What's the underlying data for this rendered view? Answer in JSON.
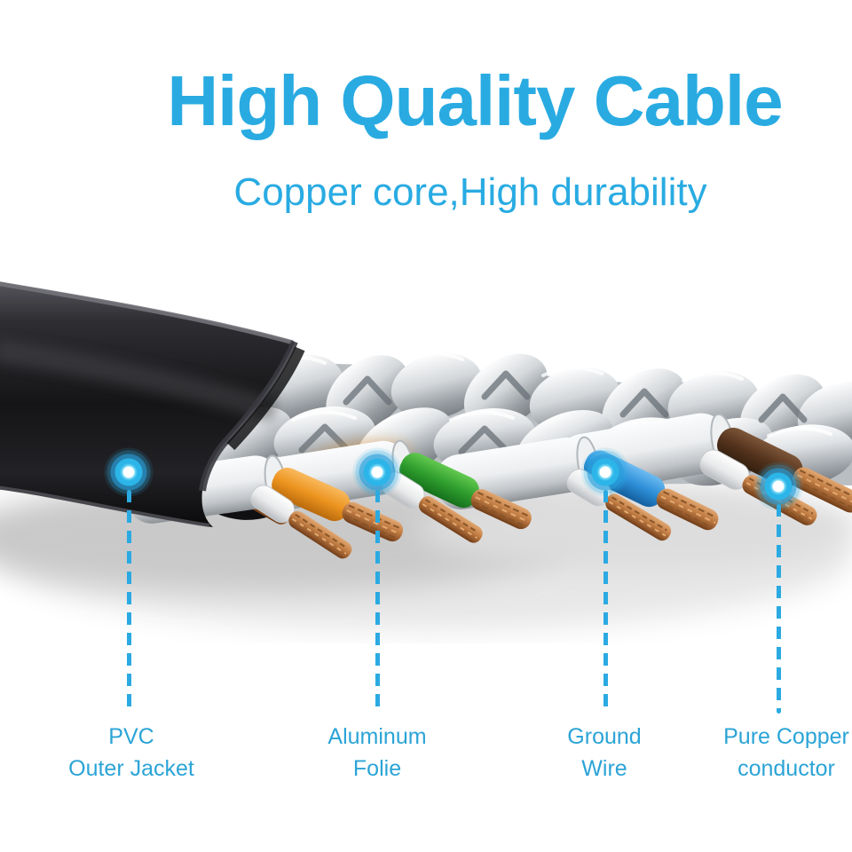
{
  "header": {
    "title": "High Quality Cable",
    "subtitle": "Copper core,High durability"
  },
  "diagram": {
    "callouts": [
      {
        "name": "pvc-outer-jacket",
        "line1": "PVC",
        "line2": "Outer Jacket"
      },
      {
        "name": "aluminum-folie",
        "line1": "Aluminum",
        "line2": "Folie"
      },
      {
        "name": "ground-wire",
        "line1": "Ground",
        "line2": "Wire"
      },
      {
        "name": "pure-copper-conductor",
        "line1": "Pure Copper",
        "line2": "conductor"
      }
    ]
  },
  "colors": {
    "accent_cyan": "#29ABE2",
    "label_cyan": "#2BA4D6",
    "jacket_black": "#141416",
    "foil_silver": "#C9CDD1",
    "wire_orange": "#EC941F",
    "wire_green": "#2F9E2E",
    "wire_blue": "#2E8FD8",
    "wire_brown": "#54331D",
    "wire_white": "#EDEEEF",
    "copper": "#C07C43"
  }
}
